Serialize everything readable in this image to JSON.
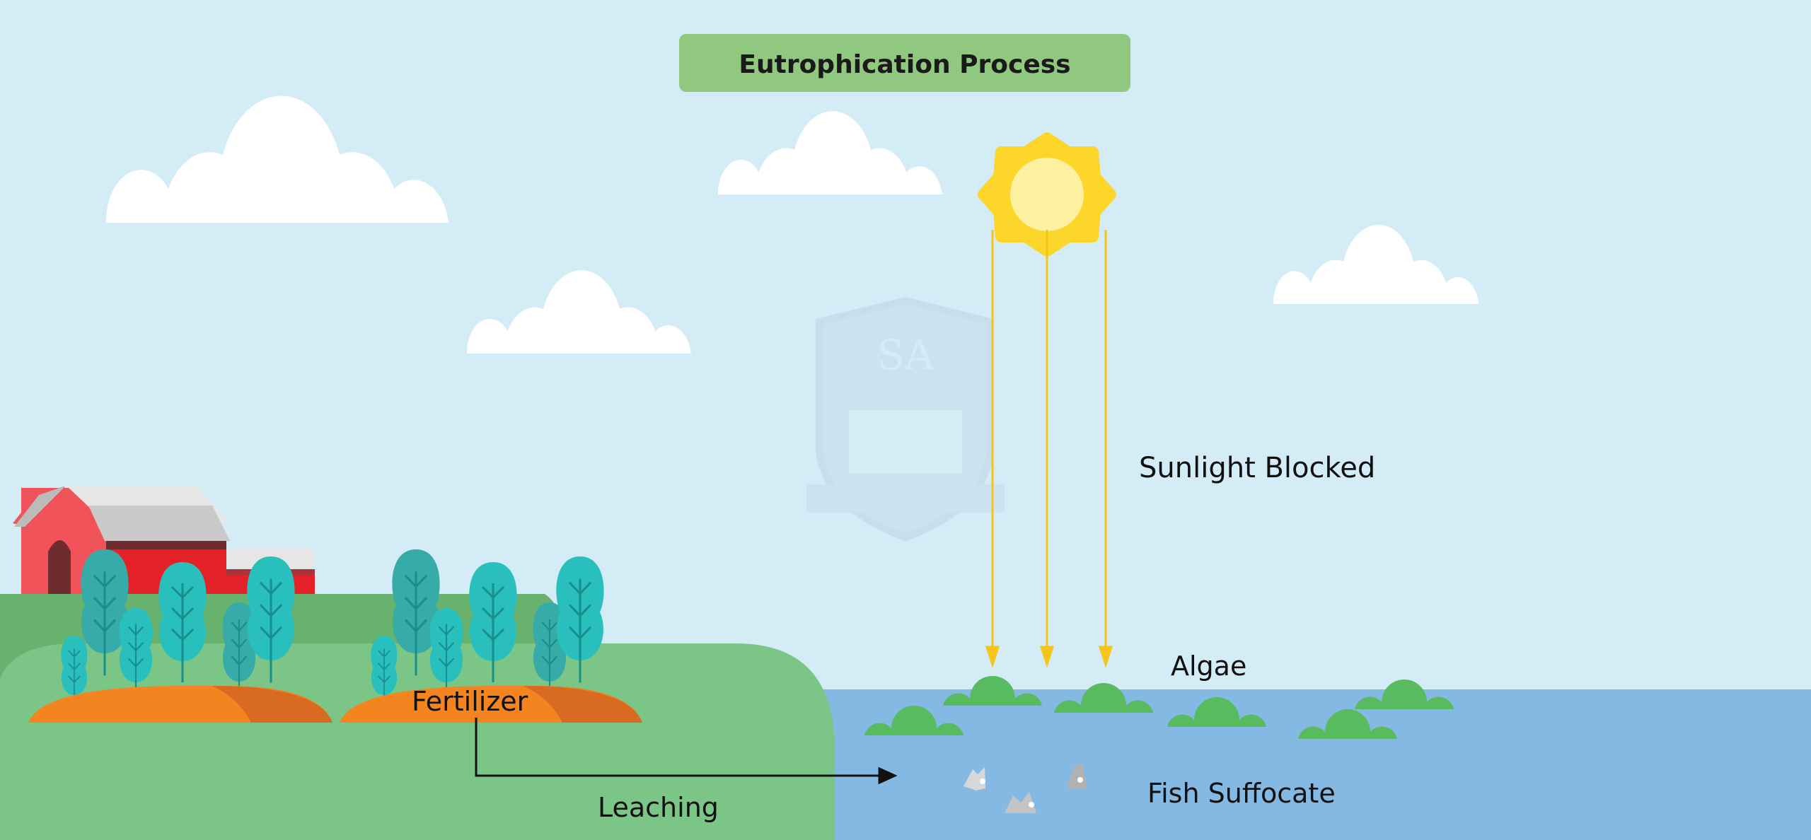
{
  "title": "Eutrophication Process",
  "labels": {
    "sunlight": "Sunlight Blocked",
    "algae": "Algae",
    "fish": "Fish Suffocate",
    "fertilizer": "Fertilizer",
    "leaching": "Leaching"
  },
  "watermark": "SA",
  "colors": {
    "sky": "#d4ecf5",
    "water": "#84b9e4",
    "land": "#7bc686",
    "hill": "#67b26f",
    "title_box": "#8fc87e",
    "sun": "#fcd62a",
    "sun_core": "#fdf0a0",
    "algae": "#58bb5f",
    "field": "#f38420",
    "field_shade": "#d86a22",
    "barn": "#e42129",
    "tree": "#29bfbc",
    "tree_dark": "#37aba8"
  }
}
